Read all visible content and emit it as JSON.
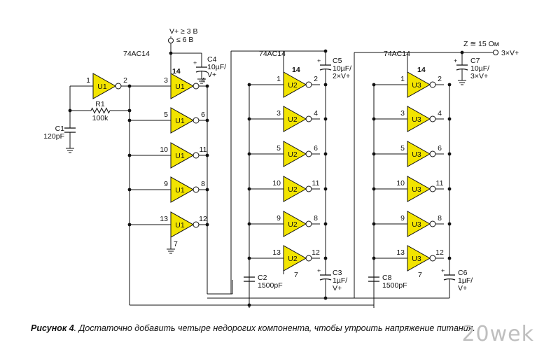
{
  "colors": {
    "gate_fill": "#f2e400",
    "wire": "#111111",
    "background": "#ffffff",
    "watermark": "#bfbfbf"
  },
  "supply": {
    "line1": "V+ ≥ 3 В",
    "line2": "≤ 6 В"
  },
  "output": {
    "impedance": "Z ≅ 15 Ом",
    "label": "3×V+"
  },
  "chips": [
    {
      "name": "U1",
      "part": "74AC14"
    },
    {
      "name": "U2",
      "part": "74AC14"
    },
    {
      "name": "U3",
      "part": "74AC14"
    }
  ],
  "pins": {
    "vcc": "14",
    "gnd": "7",
    "u1_osc": [
      "1",
      "2"
    ],
    "u1_pairs": [
      [
        "3",
        "4"
      ],
      [
        "5",
        "6"
      ],
      [
        "10",
        "11"
      ],
      [
        "9",
        "8"
      ],
      [
        "13",
        "12"
      ]
    ],
    "u2_pairs": [
      [
        "1",
        "2"
      ],
      [
        "3",
        "4"
      ],
      [
        "5",
        "6"
      ],
      [
        "10",
        "11"
      ],
      [
        "9",
        "8"
      ],
      [
        "13",
        "12"
      ]
    ],
    "u3_pairs": [
      [
        "1",
        "2"
      ],
      [
        "3",
        "4"
      ],
      [
        "5",
        "6"
      ],
      [
        "10",
        "11"
      ],
      [
        "9",
        "8"
      ],
      [
        "13",
        "12"
      ]
    ]
  },
  "components": {
    "c1": {
      "ref": "C1",
      "value": "120pF"
    },
    "r1": {
      "ref": "R1",
      "value": "100k"
    },
    "c2": {
      "ref": "C2",
      "value": "1500pF"
    },
    "c3": {
      "ref": "C3",
      "value": "1µF/",
      "value2": "V+"
    },
    "c4": {
      "ref": "C4",
      "value": "10µF/",
      "value2": "V+"
    },
    "c5": {
      "ref": "C5",
      "value": "10µF/",
      "value2": "2×V+"
    },
    "c6": {
      "ref": "C6",
      "value": "1µF/",
      "value2": "V+"
    },
    "c7": {
      "ref": "C7",
      "value": "10µF/",
      "value2": "3×V+"
    },
    "c8": {
      "ref": "C8",
      "value": "1500pF"
    }
  },
  "polarity": "+",
  "caption": {
    "figure": "Рисунок 4",
    "text": ". Достаточно добавить четыре недорогих компонента, чтобы утроить напряжение питания."
  },
  "watermark": "20wek"
}
